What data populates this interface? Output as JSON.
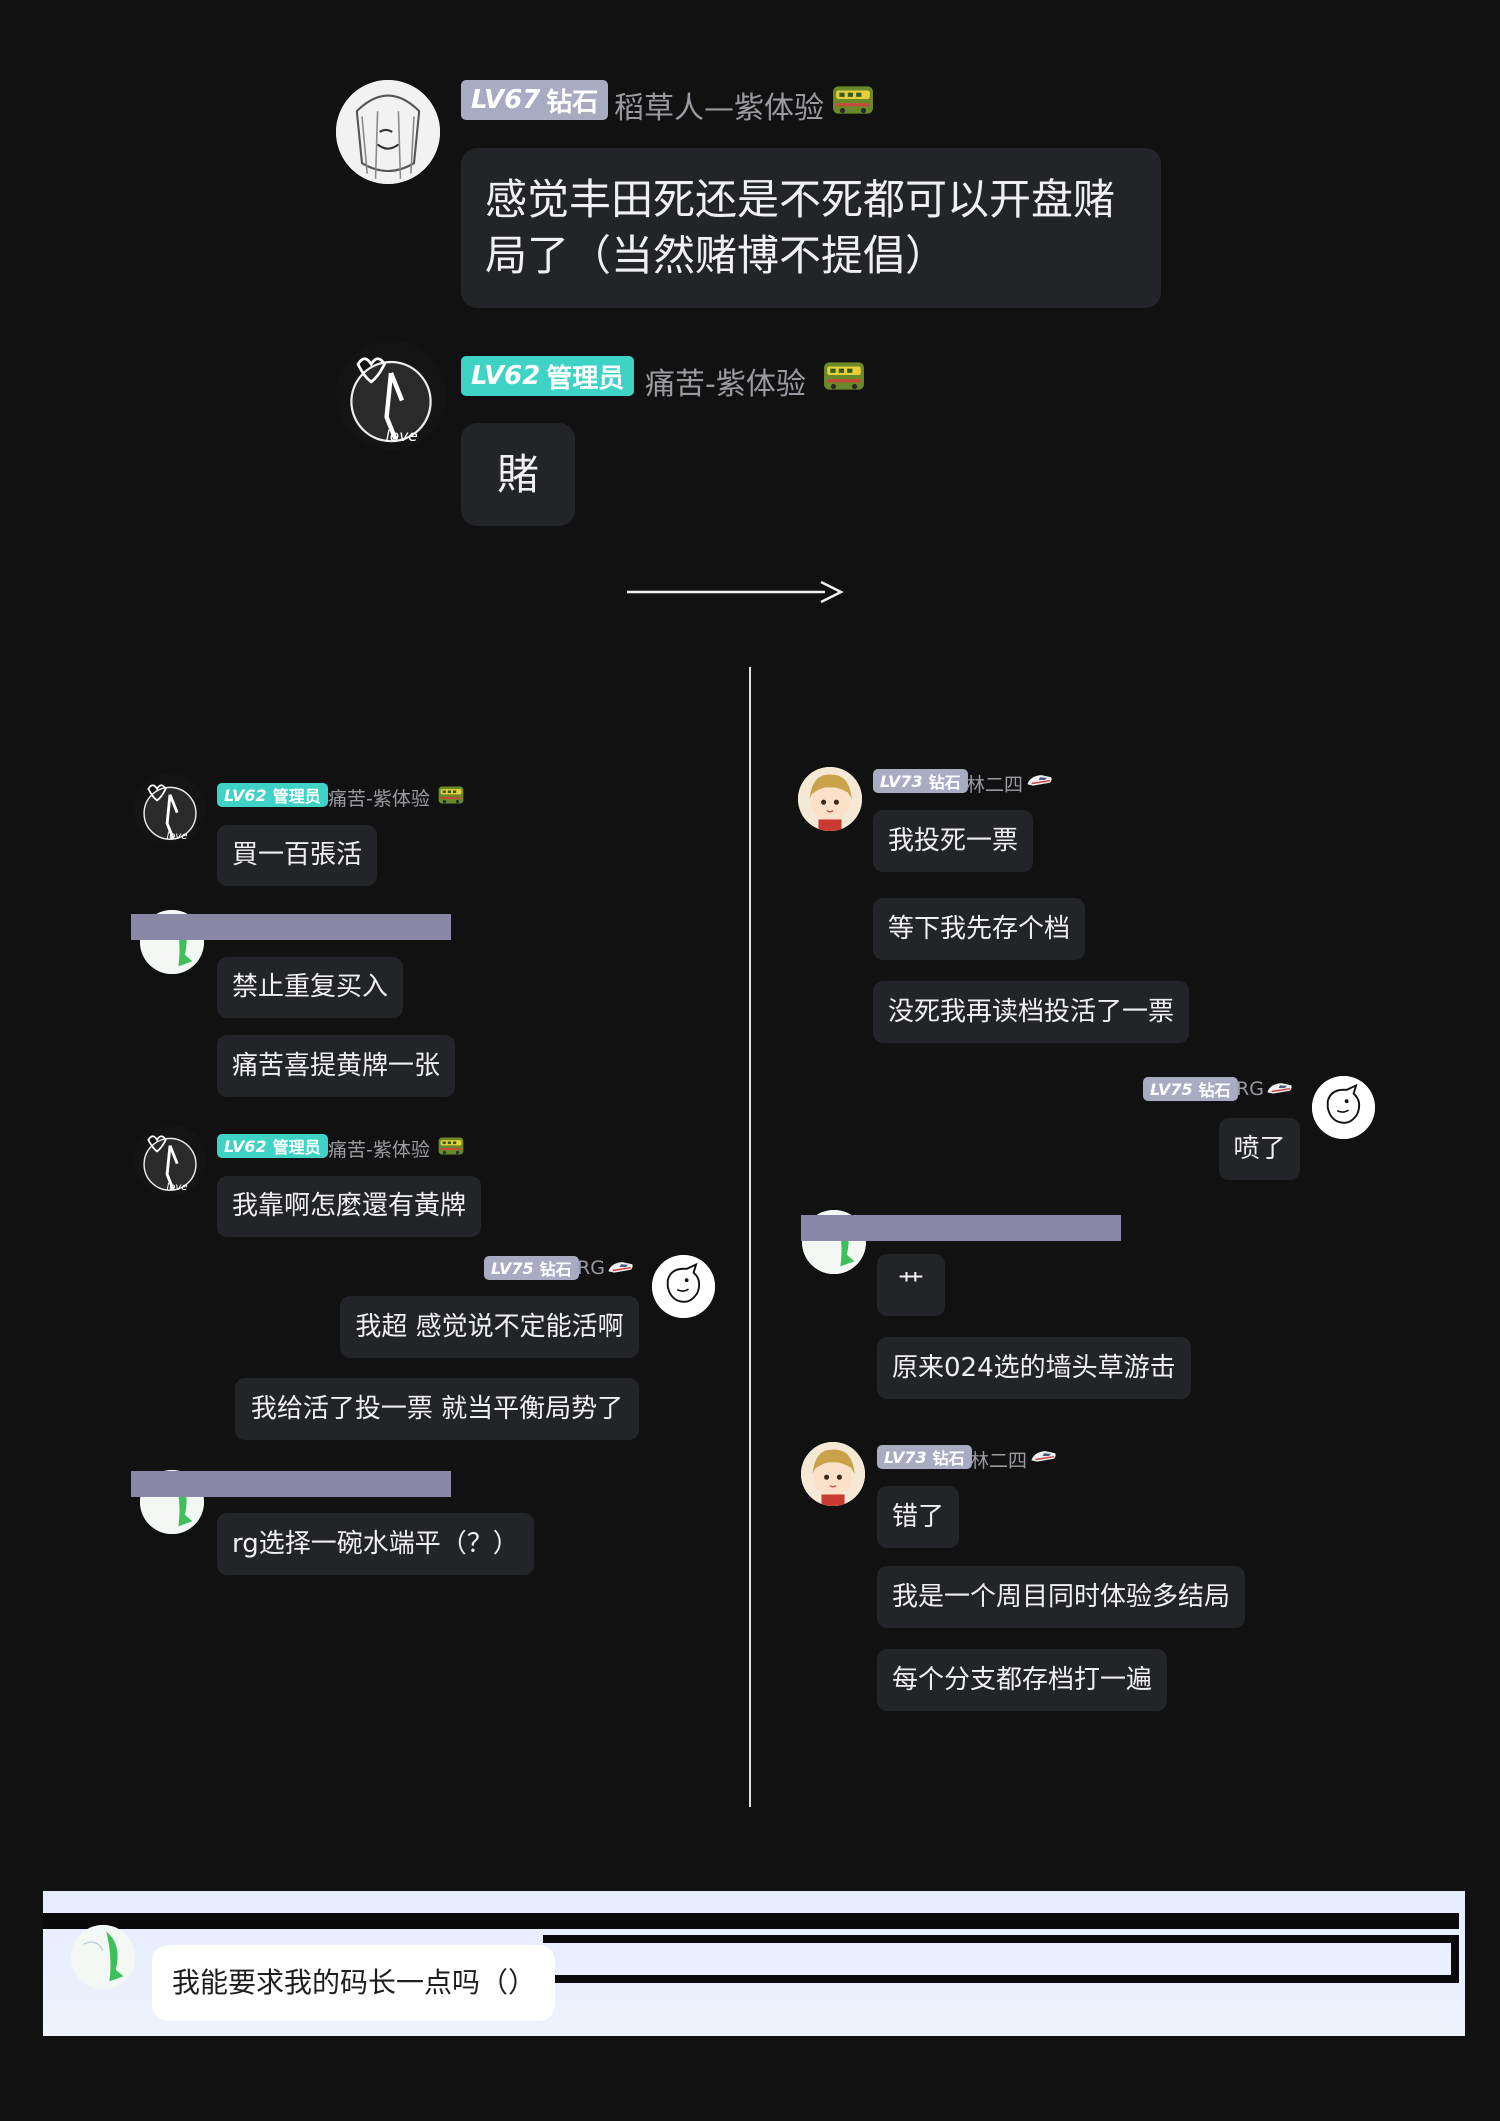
{
  "top": {
    "msg1": {
      "badge_level": "LV67",
      "badge_title": "钻石",
      "name": "稻草人—紫体验",
      "text_line1": "感觉丰田死还是不死都可以开盘赌",
      "text_line2": "局了（当然赌博不提倡）"
    },
    "msg2": {
      "badge_level": "LV62",
      "badge_title": "管理员",
      "name": "痛苦-紫体验",
      "text": "賭"
    }
  },
  "left": {
    "g1": {
      "badge_level": "LV62",
      "badge_title": "管理员",
      "name": "痛苦-紫体验",
      "messages": [
        "買一百張活"
      ]
    },
    "g2": {
      "messages": [
        "禁止重复买入",
        "痛苦喜提黄牌一张"
      ]
    },
    "g3": {
      "badge_level": "LV62",
      "badge_title": "管理员",
      "name": "痛苦-紫体验",
      "messages": [
        "我靠啊怎麼還有黃牌"
      ]
    },
    "g4": {
      "badge_level": "LV75",
      "badge_title": "钻石",
      "name": "RG",
      "messages": [
        "我超 感觉说不定能活啊",
        "我给活了投一票 就当平衡局势了"
      ]
    },
    "g5": {
      "messages": [
        "rg选择一碗水端平（？）"
      ]
    }
  },
  "right": {
    "g1": {
      "badge_level": "LV73",
      "badge_title": "钻石",
      "name": "林二四",
      "messages": [
        "我投死一票",
        "等下我先存个档",
        "没死我再读档投活了一票"
      ]
    },
    "g2": {
      "badge_level": "LV75",
      "badge_title": "钻石",
      "name": "RG",
      "messages": [
        "喷了"
      ]
    },
    "g3": {
      "messages": [
        "艹",
        "原来024选的墙头草游击"
      ]
    },
    "g4": {
      "badge_level": "LV73",
      "badge_title": "钻石",
      "name": "林二四",
      "messages": [
        "错了",
        "我是一个周目同时体验多结局",
        "每个分支都存档打一遍"
      ]
    }
  },
  "bottom": {
    "text": "我能要求我的码长一点吗（）"
  },
  "colors": {
    "background": "#111112",
    "bubble": "#232428",
    "diamond_badge": "#a9abc3",
    "admin_badge": "#3fd3c6",
    "username": "#9a9aa0",
    "redaction": "#8a88a6"
  }
}
